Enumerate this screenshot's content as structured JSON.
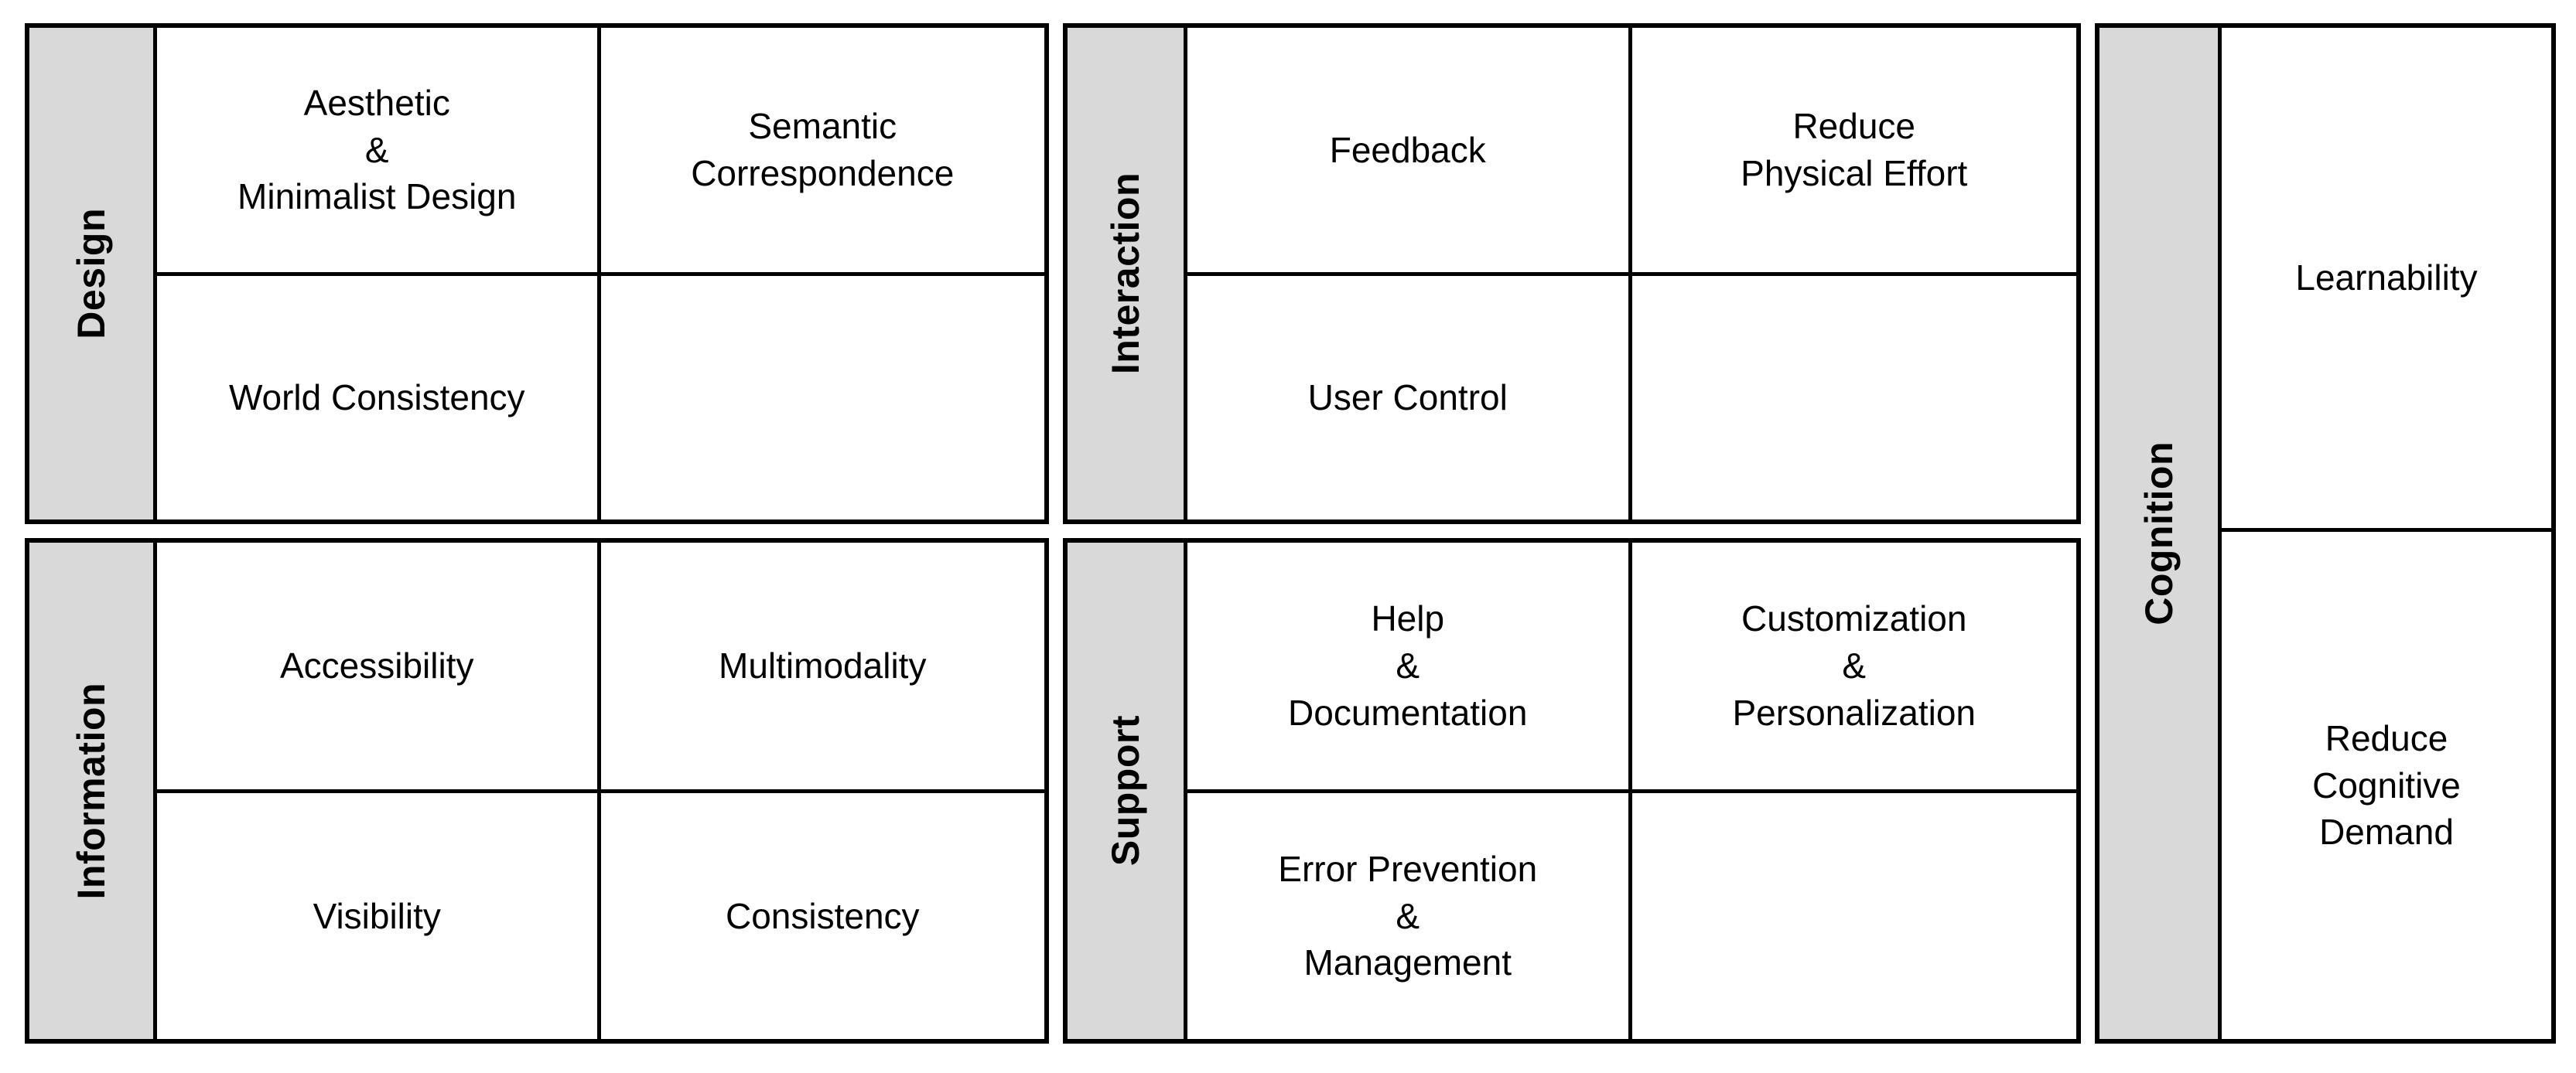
{
  "colors": {
    "label_strip_bg": "#d9d9d9",
    "border": "#000000",
    "cell_bg": "#ffffff",
    "text": "#000000"
  },
  "groups": [
    {
      "label": "Design",
      "cells": [
        "Aesthetic\n&\nMinimalist Design",
        "Semantic\nCorrespondence",
        "World Consistency",
        ""
      ]
    },
    {
      "label": "Information",
      "cells": [
        "Accessibility",
        "Multimodality",
        "Visibility",
        "Consistency"
      ]
    },
    {
      "label": "Interaction",
      "cells": [
        "Feedback",
        "Reduce\nPhysical Effort",
        "User Control",
        ""
      ]
    },
    {
      "label": "Support",
      "cells": [
        "Help\n&\nDocumentation",
        "Customization\n&\nPersonalization",
        "Error Prevention\n&\nManagement",
        ""
      ]
    },
    {
      "label": "Cognition",
      "cells": [
        "Learnability",
        "Reduce\nCognitive\nDemand"
      ]
    }
  ]
}
